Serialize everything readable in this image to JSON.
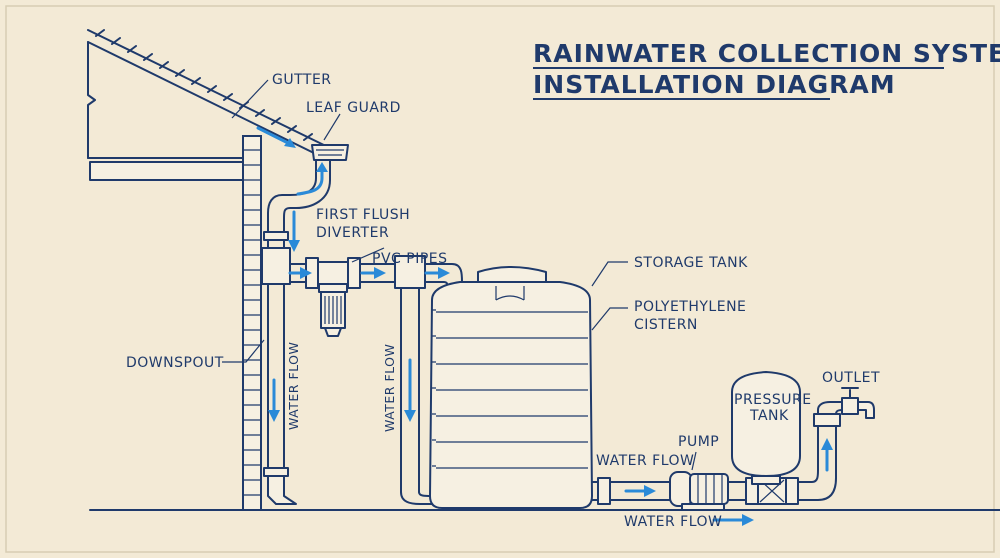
{
  "title": {
    "line1": "RAINWATER COLLECTION SYSTEM",
    "line2": "INSTALLATION DIAGRAM"
  },
  "labels": {
    "gutter": "GUTTER",
    "leaf_guard": "LEAF GUARD",
    "first_flush_1": "FIRST FLUSH",
    "first_flush_2": "DIVERTER",
    "pvc_pipes": "PVC PIPES",
    "storage_tank": "STORAGE TANK",
    "poly_1": "POLYETHYLENE",
    "poly_2": "CISTERN",
    "downspout": "DOWNSPOUT",
    "water_flow_downspout": "WATER FLOW",
    "water_flow_pipe": "WATER FLOW",
    "water_flow_pump_in": "WATER FLOW",
    "water_flow_bottom": "WATER FLOW",
    "pump": "PUMP",
    "pressure_tank_1": "PRESSURE",
    "pressure_tank_2": "TANK",
    "outlet": "OUTLET"
  },
  "colors": {
    "ink": "#1f3a6b",
    "flow": "#2a8ad8",
    "paper": "#f3ead6"
  }
}
